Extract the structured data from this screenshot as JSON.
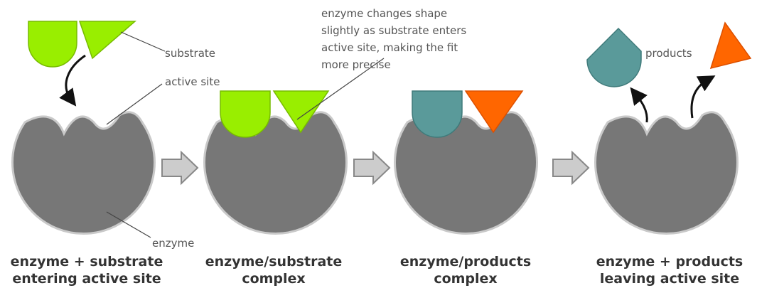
{
  "labels": {
    "substrate": "substrate",
    "active_site": "active site",
    "enzyme": "enzyme",
    "products": "products",
    "note": [
      "enzyme changes shape",
      "slightly as substrate enters",
      "active site, making the fit",
      "more precise"
    ]
  },
  "captions": [
    {
      "line1": "enzyme + substrate",
      "line2": "entering active site"
    },
    {
      "line1": "enzyme/substrate",
      "line2": "complex"
    },
    {
      "line1": "enzyme/products",
      "line2": "complex"
    },
    {
      "line1": "enzyme + products",
      "line2": "leaving active site"
    }
  ],
  "colors": {
    "enzyme": "#777777",
    "substrate": "#99ee00",
    "product_semicircle": "#5a9a9a",
    "product_triangle": "#ff6600"
  }
}
